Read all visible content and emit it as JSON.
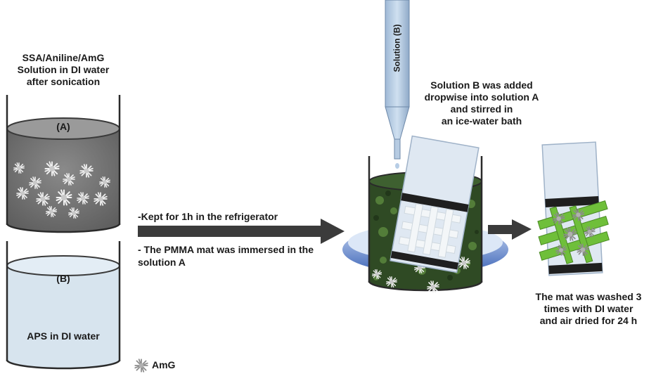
{
  "beaker_a": {
    "caption_line1": "SSA/Aniline/AmG",
    "caption_line2": "Solution  in DI water",
    "caption_line3": "after sonication",
    "label": "(A)"
  },
  "beaker_b": {
    "label": "(B)",
    "content": "APS in DI water"
  },
  "legend": {
    "label": "AmG"
  },
  "pipette": {
    "label": "Solution (B)"
  },
  "step1": {
    "line1": "-Kept for 1h in the refrigerator",
    "line2": "- The PMMA mat  was immersed in the",
    "line3": "solution A"
  },
  "step2": {
    "line1": "Solution B was added",
    "line2": "dropwise into solution A",
    "line3": "and stirred in",
    "line4": "an ice-water bath"
  },
  "step3": {
    "line1": "The mat was washed 3",
    "line2": "times with DI water",
    "line3": "and air dried for 24 h"
  },
  "colors": {
    "beaker_a_liquid": "#6f6f6f",
    "beaker_b_liquid": "#d7e4ee",
    "reaction_liquid": "#2f4a24",
    "ice_bath": "#5a7fc4",
    "mat": "#dfe8f2",
    "polymer_band": "#6fbf3a",
    "arrow": "#3b3b3b"
  }
}
